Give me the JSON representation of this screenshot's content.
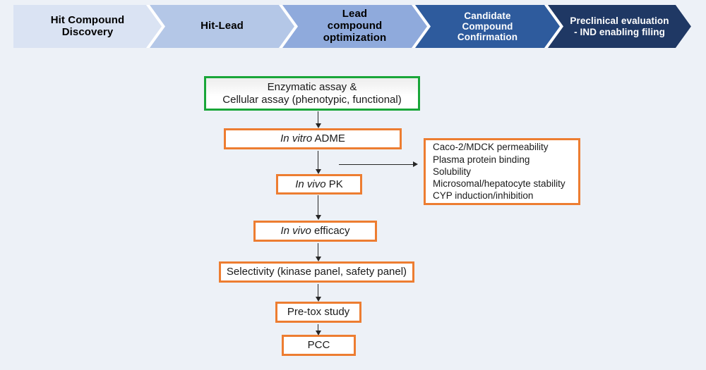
{
  "canvas": {
    "background": "#edf1f7"
  },
  "pipeline_stages": [
    {
      "lines": [
        "Hit Compound",
        "Discovery"
      ],
      "fill": "#dae3f3",
      "text": "#000000"
    },
    {
      "lines": [
        "Hit-Lead"
      ],
      "fill": "#b4c7e7",
      "text": "#000000"
    },
    {
      "lines": [
        "Lead",
        "compound",
        "optimization"
      ],
      "fill": "#8faadc",
      "text": "#000000"
    },
    {
      "lines": [
        "Candidate",
        "Compound",
        "Confirmation"
      ],
      "fill": "#2e5b9d",
      "text": "#ffffff"
    },
    {
      "lines": [
        "Preclinical evaluation",
        "- IND enabling filing"
      ],
      "fill": "#1f3864",
      "text": "#ffffff"
    }
  ],
  "flow": {
    "accent_border": "#ed7d31",
    "green_border": "#19a639",
    "arrow_color": "#262626",
    "enzymatic": {
      "lines": [
        "Enzymatic assay &",
        "Cellular assay (phenotypic, functional)"
      ]
    },
    "adme": {
      "italic": "In vitro",
      "rest": " ADME"
    },
    "pk": {
      "italic": "In vivo",
      "rest": " PK"
    },
    "efficacy": {
      "italic": "In vivo",
      "rest": " efficacy"
    },
    "selectivity": {
      "label": "Selectivity (kinase panel, safety panel)"
    },
    "pretox": {
      "label": "Pre-tox study"
    },
    "pcc": {
      "label": "PCC"
    },
    "side_panel": {
      "items": [
        "Caco-2/MDCK permeability",
        "Plasma protein binding",
        "Solubility",
        "Microsomal/hepatocyte stability",
        "CYP induction/inhibition"
      ]
    }
  }
}
